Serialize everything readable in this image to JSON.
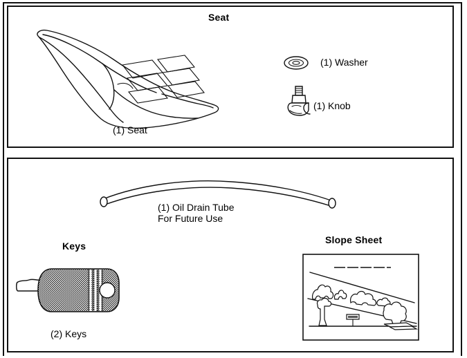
{
  "document": {
    "type": "parts-identification-illustration",
    "panels": [
      {
        "id": "seat",
        "title": "Seat",
        "parts": [
          {
            "label": "(1) Seat",
            "icon": "seat-icon"
          },
          {
            "label": "(1) Washer",
            "icon": "washer-icon"
          },
          {
            "label": "(1) Knob",
            "icon": "knob-icon"
          }
        ]
      },
      {
        "id": "misc",
        "titles": {
          "keys": "Keys",
          "slope_sheet": "Slope Sheet"
        },
        "parts": [
          {
            "label_line1": "(1) Oil Drain Tube",
            "label_line2": "For Future Use",
            "icon": "oil-drain-tube-icon"
          },
          {
            "label": "(2) Keys",
            "icon": "key-icon"
          },
          {
            "label": "",
            "icon": "slope-sheet-icon"
          }
        ]
      }
    ],
    "colors": {
      "ink": "#111111",
      "paper": "#ffffff",
      "key_head_fill": "#4a4a4a"
    }
  }
}
